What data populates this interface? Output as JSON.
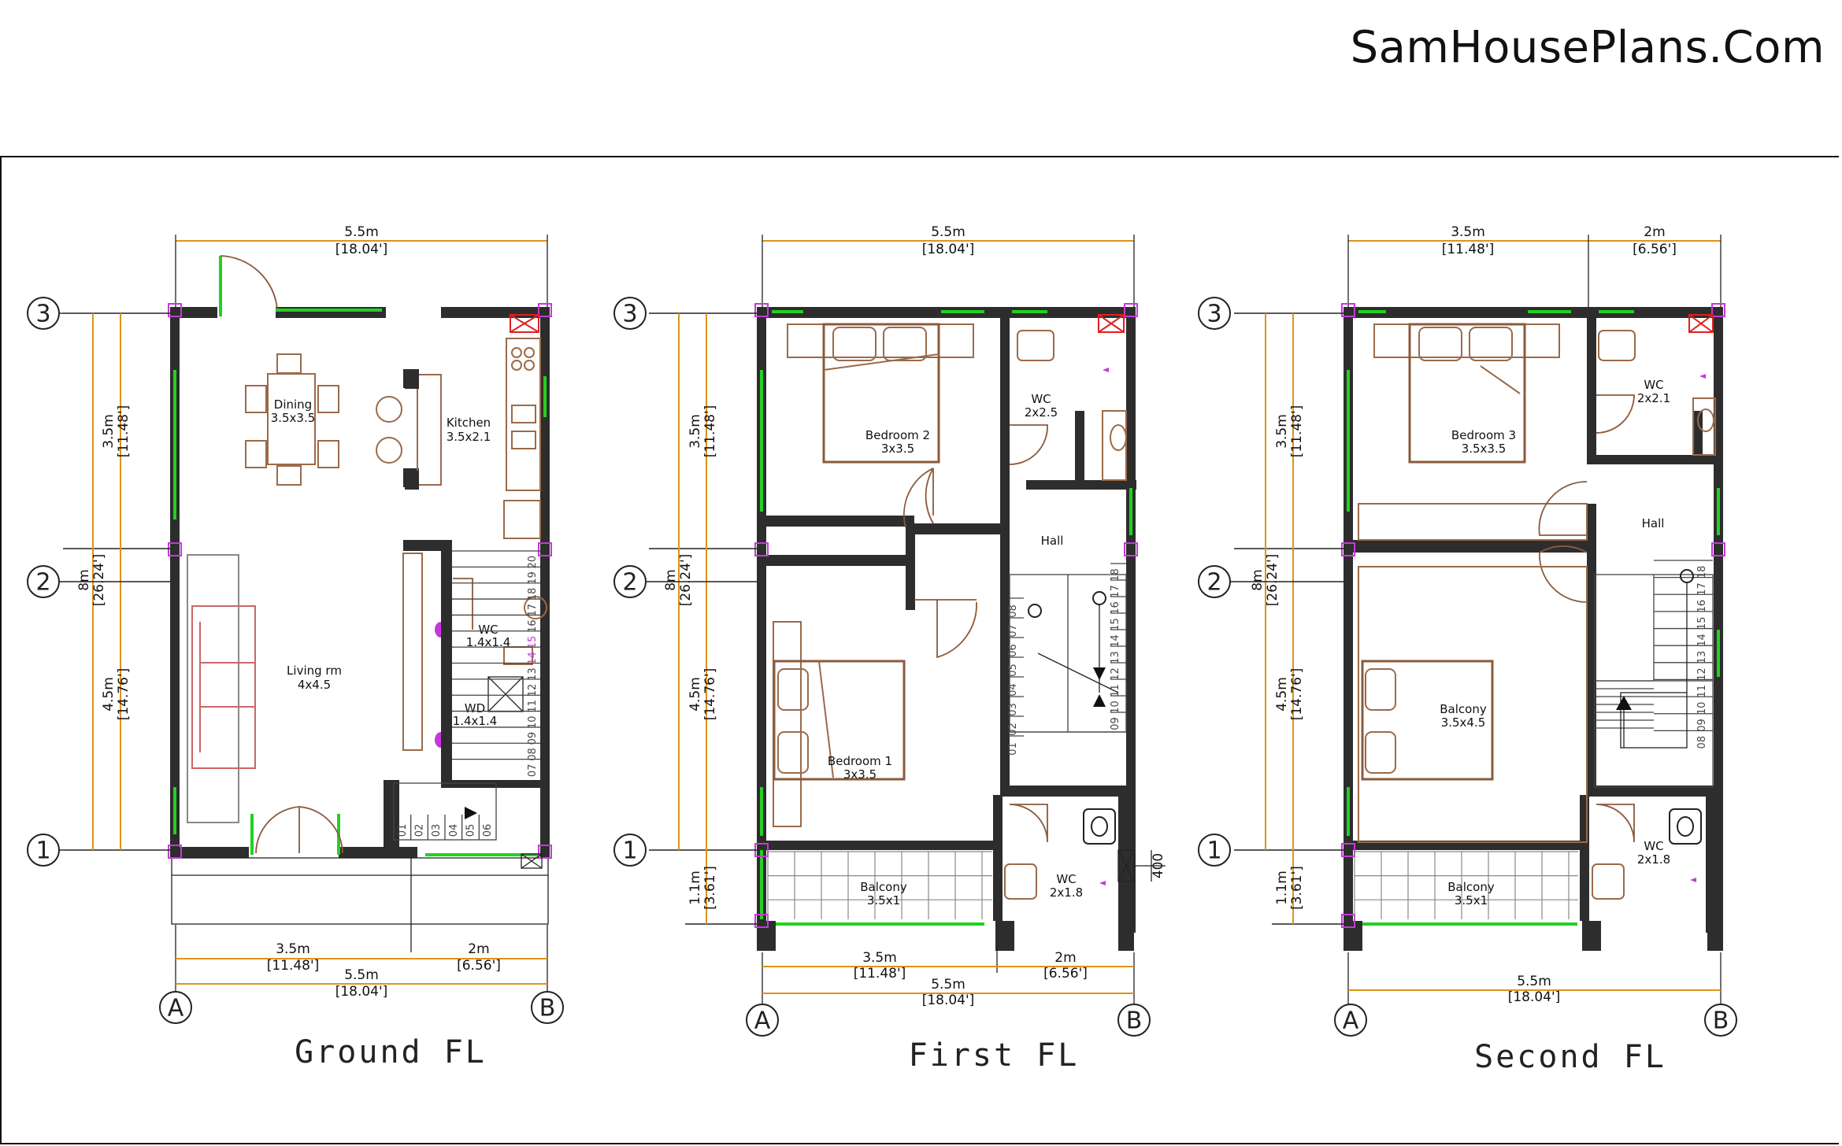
{
  "site": {
    "title": "SamHousePlans.Com"
  },
  "grid": {
    "rows": [
      "3",
      "2",
      "1"
    ],
    "cols": [
      "A",
      "B"
    ]
  },
  "dims": {
    "total_w": "5.5m",
    "total_w_ft": "[18.04']",
    "left_w": "3.5m",
    "left_w_ft": "[11.48']",
    "right_w": "2m",
    "right_w_ft": "[6.56']",
    "total_h": "8m",
    "total_h_ft": "[26.24']",
    "top_h": "3.5m",
    "top_h_ft": "[11.48']",
    "mid_h": "4.5m",
    "mid_h_ft": "[14.76']",
    "bal_h": "1.1m",
    "bal_h_ft": "[3.61']",
    "shaft": "400"
  },
  "ground": {
    "label": "Ground FL",
    "rooms": {
      "dining": "Dining",
      "dining_size": "3.5x3.5",
      "kitchen": "Kitchen",
      "kitchen_size": "3.5x2.1",
      "wc": "WC",
      "wc_size": "1.4x1.4",
      "wd": "WD",
      "wd_size": "1.4x1.4",
      "living": "Living rm",
      "living_size": "4x4.5"
    }
  },
  "first": {
    "label": "First FL",
    "rooms": {
      "bed2": "Bedroom  2",
      "bed2_size": "3x3.5",
      "wc": "WC",
      "wc_size": "2x2.5",
      "hall": "Hall",
      "bed1": "Bedroom 1",
      "bed1_size": "3x3.5",
      "wc2": "WC",
      "wc2_size": "2x1.8",
      "balcony": "Balcony",
      "balcony_size": "3.5x1"
    }
  },
  "second": {
    "label": "Second FL",
    "rooms": {
      "bed3": "Bedroom  3",
      "bed3_size": "3.5x3.5",
      "wc": "WC",
      "wc_size": "2x2.1",
      "hall": "Hall",
      "balcony": "Balcony",
      "balcony_size": "3.5x4.5",
      "wc2": "WC",
      "wc2_size": "2x1.8",
      "balcony2": "Balcony",
      "balcony2_size": "3.5x1"
    }
  },
  "stairs": {
    "ground_lower": [
      "01",
      "02",
      "03",
      "04",
      "05",
      "06"
    ],
    "ground_upper": [
      "07",
      "08",
      "09",
      "10",
      "11",
      "12",
      "13",
      "14",
      "15",
      "16",
      "17",
      "18",
      "19",
      "20"
    ],
    "first_left": [
      "08",
      "07",
      "06",
      "05",
      "04",
      "03",
      "02",
      "01"
    ],
    "first_right": [
      "09",
      "10",
      "11",
      "12",
      "13",
      "14",
      "15",
      "16",
      "17",
      "18"
    ],
    "second_right": [
      "08",
      "09",
      "10",
      "11",
      "12",
      "13",
      "14",
      "15",
      "16",
      "17",
      "18"
    ]
  }
}
